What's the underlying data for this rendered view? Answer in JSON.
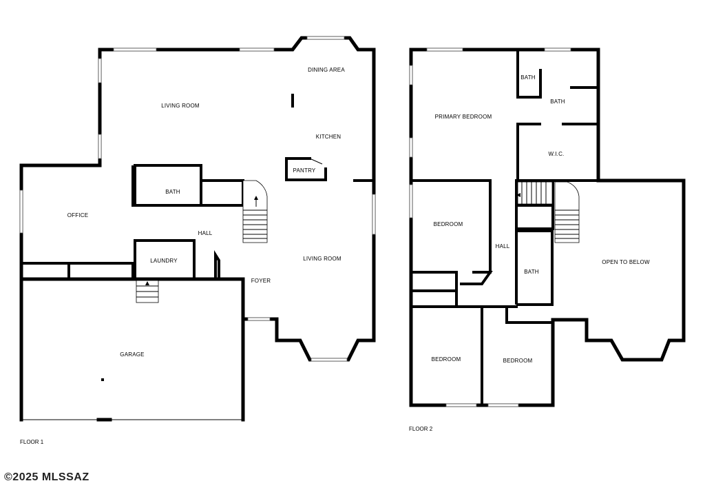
{
  "floors": [
    {
      "label": "FLOOR 1",
      "rooms": {
        "living_room_1": "LIVING ROOM",
        "dining_area": "DINING AREA",
        "kitchen": "KITCHEN",
        "pantry": "PANTRY",
        "bath": "BATH",
        "office": "OFFICE",
        "hall": "HALL",
        "laundry": "LAUNDRY",
        "foyer": "FOYER",
        "living_room_2": "LIVING ROOM",
        "garage": "GARAGE"
      }
    },
    {
      "label": "FLOOR 2",
      "rooms": {
        "primary_bedroom": "PRIMARY BEDROOM",
        "bath_small": "BATH",
        "bath_primary": "BATH",
        "wic": "W.I.C.",
        "bedroom_1": "BEDROOM",
        "hall": "HALL",
        "bath_hall": "BATH",
        "open_to_below": "OPEN TO BELOW",
        "bedroom_2": "BEDROOM",
        "bedroom_3": "BEDROOM"
      }
    }
  ],
  "watermark": "©2025 MLSSAZ"
}
